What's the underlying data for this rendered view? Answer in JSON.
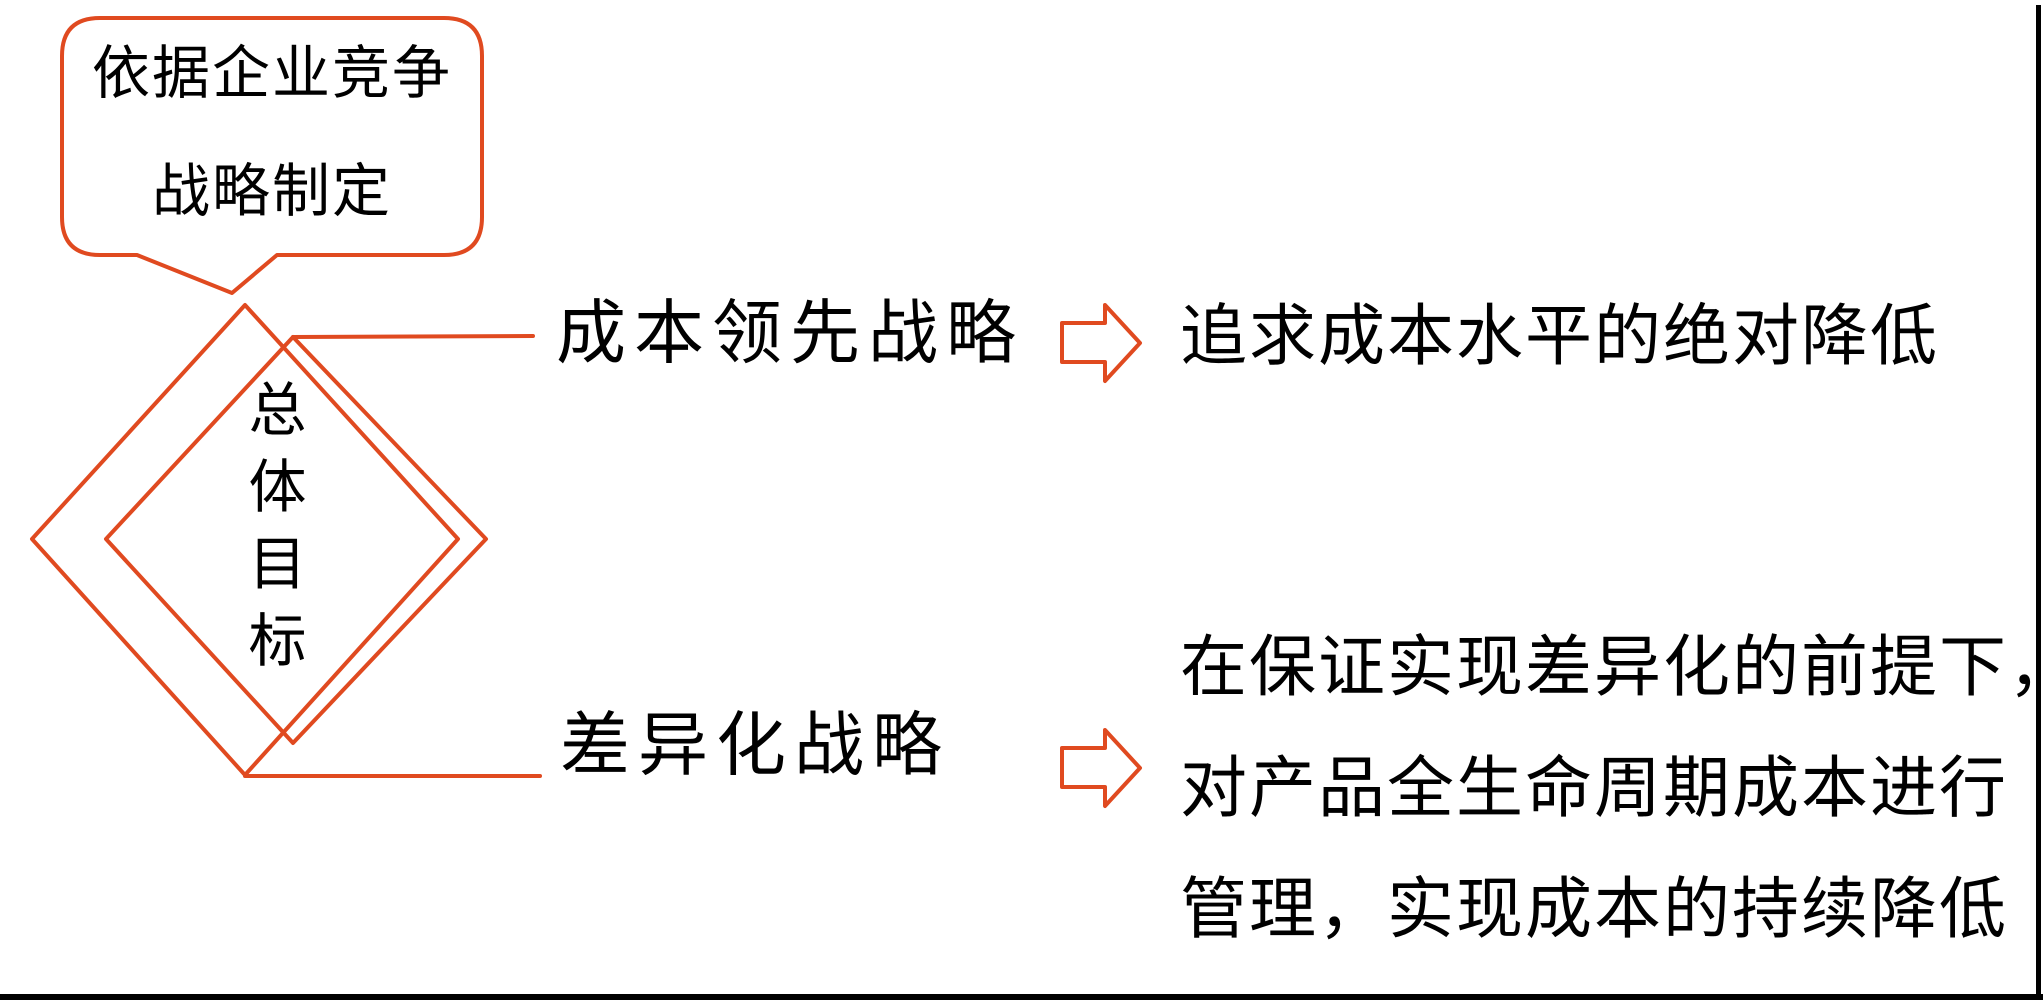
{
  "colors": {
    "accent": "#e04a20",
    "ink": "#000000",
    "frame": "#000000",
    "background": "#ffffff"
  },
  "bubble": {
    "line1": "依据企业竞争",
    "line2": "战略制定"
  },
  "diamond": {
    "label": "总体目标"
  },
  "branches": [
    {
      "label": "成本领先战略",
      "result": "追求成本水平的绝对降低"
    },
    {
      "label": "差异化战略",
      "result": "在保证实现差异化的前提下，对产品全生命周期成本进行管理，实现成本的持续降低",
      "result_lines": [
        "在保证实现差异化的前提下，",
        "对产品全生命周期成本进行",
        "管理，实现成本的持续降低"
      ]
    }
  ],
  "icons": {
    "branch_connector": "right-block-arrow"
  }
}
